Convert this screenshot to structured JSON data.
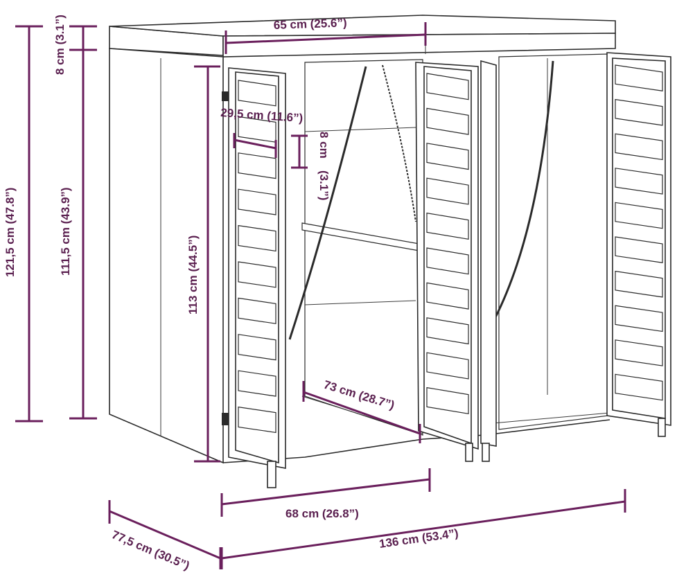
{
  "diagram": {
    "dimensions": {
      "top_width": "65 cm (25.6”)",
      "lid_height": "8 cm (3.1”)",
      "total_height": "121,5 cm (47.8”)",
      "body_height": "111,5 cm (43.9”)",
      "door_height": "113 cm (44.5”)",
      "slat_width": "29,5 cm (11.6”)",
      "slat_gap": "8 cm",
      "slat_gap_in": "(3.1”)",
      "inner_depth": "73 cm (28.7”)",
      "compartment_width": "68 cm (26.8”)",
      "total_width": "136 cm (53.4”)",
      "total_depth": "77,5 cm (30.5”)"
    },
    "colors": {
      "dimension": "#6a1f5c",
      "outline": "#2a2a2a"
    }
  }
}
